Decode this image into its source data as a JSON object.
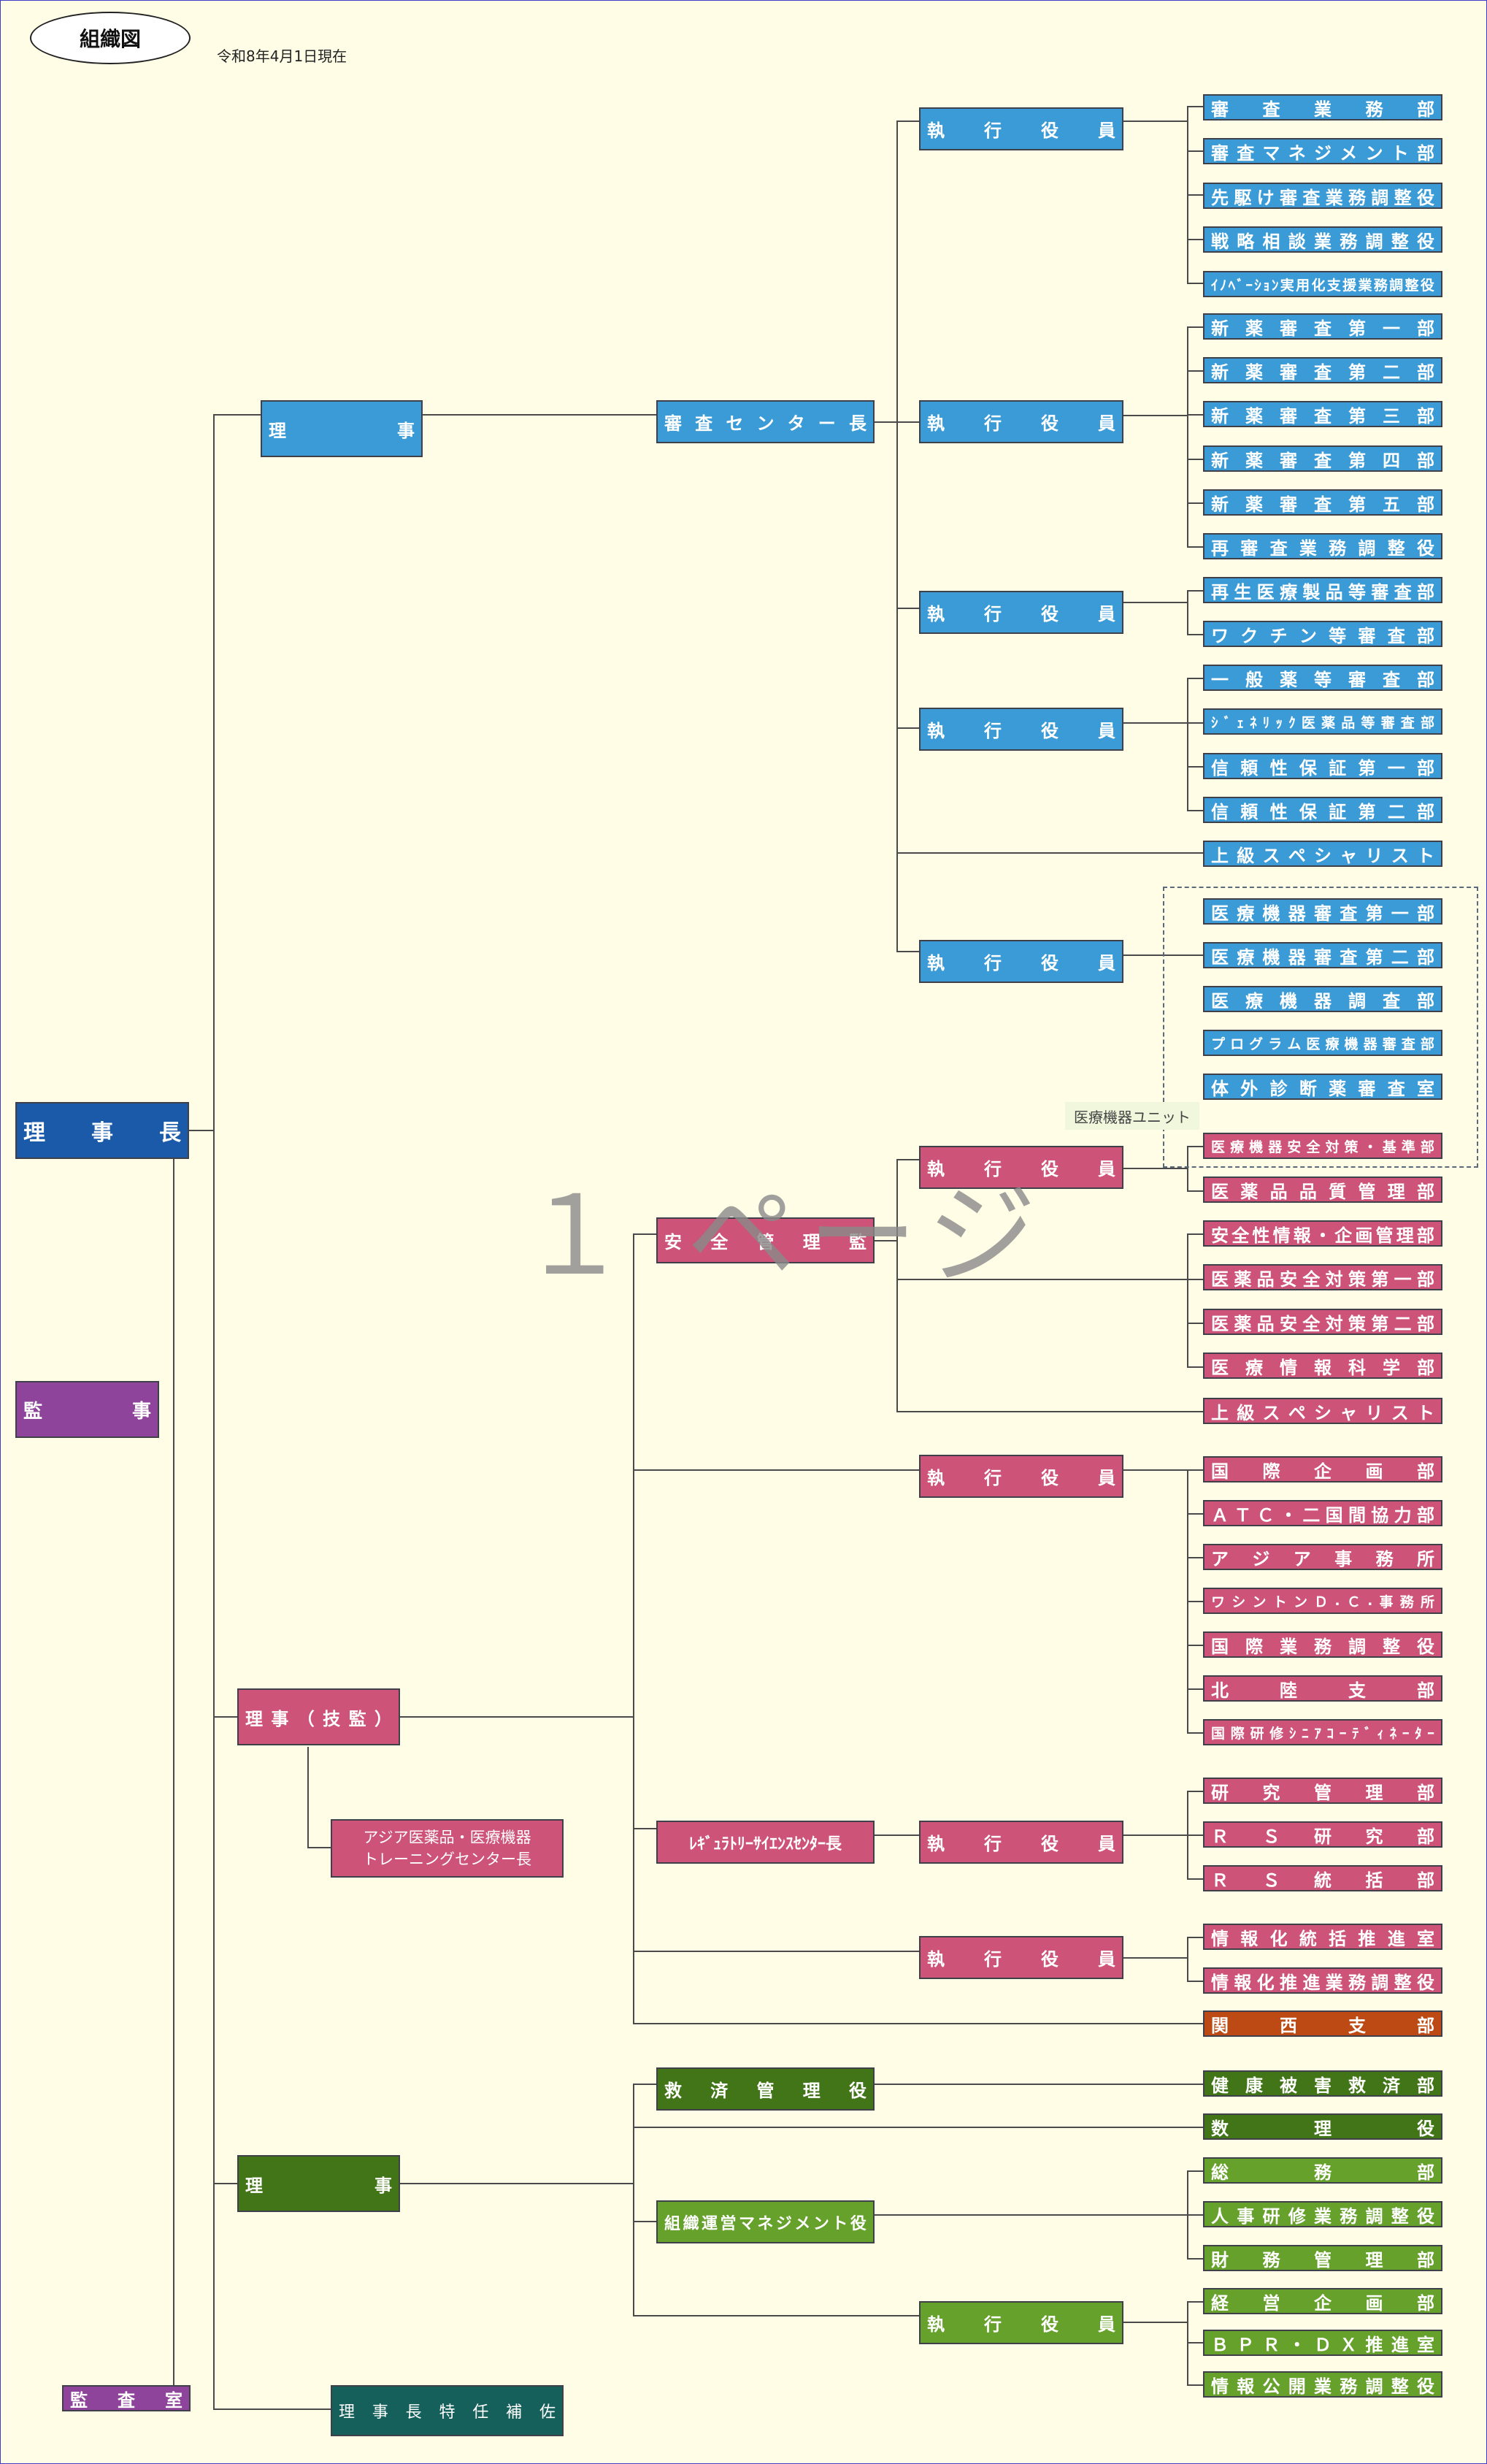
{
  "header": {
    "title": "組織図",
    "date": "令和8年4月1日現在"
  },
  "watermark": "１ ページ",
  "unit_label": "医療機器ユニット",
  "colors": {
    "blue": "#3b9bd6",
    "navy": "#1a5aa8",
    "purple": "#8e449a",
    "pink": "#cd5378",
    "dark_green": "#417517",
    "green": "#66a12c",
    "teal": "#16605c",
    "rust": "#bd4a14",
    "background": "#fffde5"
  },
  "top": {
    "chairman": "理事長",
    "auditor": "監事",
    "audit_office": "監査室"
  },
  "directors": {
    "director_review": "理事",
    "director_tech": "理事（技監）",
    "director_admin": "理事",
    "special_assistant": "理事長特任補佐",
    "asia_center_line1": "アジア医薬品・医療機器",
    "asia_center_line2": "トレーニングセンター長"
  },
  "centers": {
    "review_center": "審査センター長",
    "safety_supervisor": "安全管理監",
    "rs_center": "ﾚｷﾞｭﾗﾄﾘｰｻｲｴﾝｽｾﾝﾀｰ長",
    "relief_manager": "救済管理役",
    "org_mgmt": "組織運営マネジメント役"
  },
  "executive_officer": "執行役員",
  "departments": {
    "review": {
      "group1": [
        "審査業務部",
        "審査マネジメント部",
        "先駆け審査業務調整役",
        "戦略相談業務調整役",
        "ｲﾉﾍﾞｰｼｮﾝ実用化支援業務調整役"
      ],
      "group2": [
        "新薬審査第一部",
        "新薬審査第二部",
        "新薬審査第三部",
        "新薬審査第四部",
        "新薬審査第五部",
        "再審査業務調整役"
      ],
      "group3": [
        "再生医療製品等審査部",
        "ワクチン等審査部"
      ],
      "group4": [
        "一般薬等審査部",
        "ｼﾞｪﾈﾘｯｸ医薬品等審査部",
        "信頼性保証第一部",
        "信頼性保証第二部"
      ],
      "specialist": "上級スペシャリスト",
      "group5": [
        "医療機器審査第一部",
        "医療機器審査第二部",
        "医療機器調査部",
        "プログラム医療機器審査部",
        "体外診断薬審査室"
      ]
    },
    "safety": {
      "group6": [
        "医療機器安全対策・基準部",
        "医薬品品質管理部"
      ],
      "direct": [
        "安全性情報・企画管理部",
        "医薬品安全対策第一部",
        "医薬品安全対策第二部",
        "医療情報科学部"
      ],
      "specialist": "上級スペシャリスト"
    },
    "international": [
      "国際企画部",
      "ＡＴＣ・二国間協力部",
      "アジア事務所",
      "ワシントンＤ.Ｃ.事務所",
      "国際業務調整役",
      "北陸支部",
      "国際研修ｼﾆｱｺｰﾃﾞｨﾈｰﾀｰ"
    ],
    "rs": [
      "研究管理部",
      "ＲＳ研究部",
      "ＲＳ統括部"
    ],
    "info": [
      "情報化統括推進室",
      "情報化推進業務調整役"
    ],
    "kansai": "関西支部",
    "relief": [
      "健康被害救済部"
    ],
    "actuary": "数理役",
    "org": [
      "総務部",
      "人事研修業務調整役",
      "財務管理部"
    ],
    "exec_admin": [
      "経営企画部",
      "ＢＰＲ・ＤＸ推進室",
      "情報公開業務調整役"
    ]
  }
}
